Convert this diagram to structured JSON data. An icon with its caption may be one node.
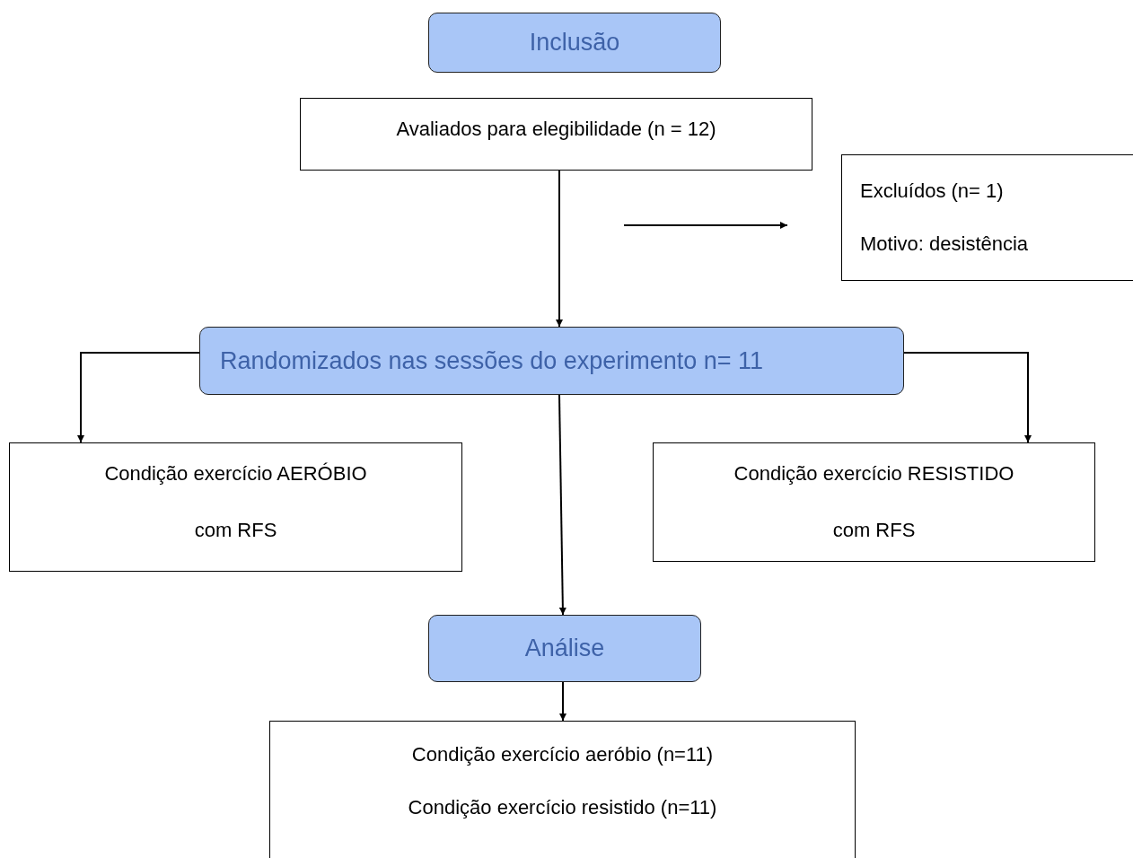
{
  "diagram": {
    "nodes": [
      {
        "text": [
          "Inclusão"
        ]
      },
      {
        "text": [
          "Avaliados para elegibilidade (n = 12)"
        ]
      },
      {
        "text": [
          "Excluídos (n= 1)",
          "Motivo: desistência"
        ]
      },
      {
        "text": [
          "Randomizados nas sessões do experimento n= 11"
        ]
      },
      {
        "text": [
          "Condição exercício AERÓBIO com RFS"
        ]
      },
      {
        "text": [
          "Condição exercício RESISTIDO com RFS"
        ]
      },
      {
        "text": [
          "Análise"
        ]
      },
      {
        "text": [
          "Condição exercício aeróbio (n=11)",
          "Condição exercício resistido (n=11)"
        ]
      }
    ],
    "edges": [
      {
        "from": 1,
        "to": 3,
        "arrow": "to"
      },
      {
        "from": null,
        "to": 2,
        "arrow": "to"
      },
      {
        "from": 3,
        "to": 4,
        "arrow": "to"
      },
      {
        "from": 3,
        "to": 5,
        "arrow": "to"
      },
      {
        "from": 3,
        "to": 6,
        "arrow": "to"
      },
      {
        "from": 6,
        "to": 7,
        "arrow": "to"
      }
    ]
  }
}
